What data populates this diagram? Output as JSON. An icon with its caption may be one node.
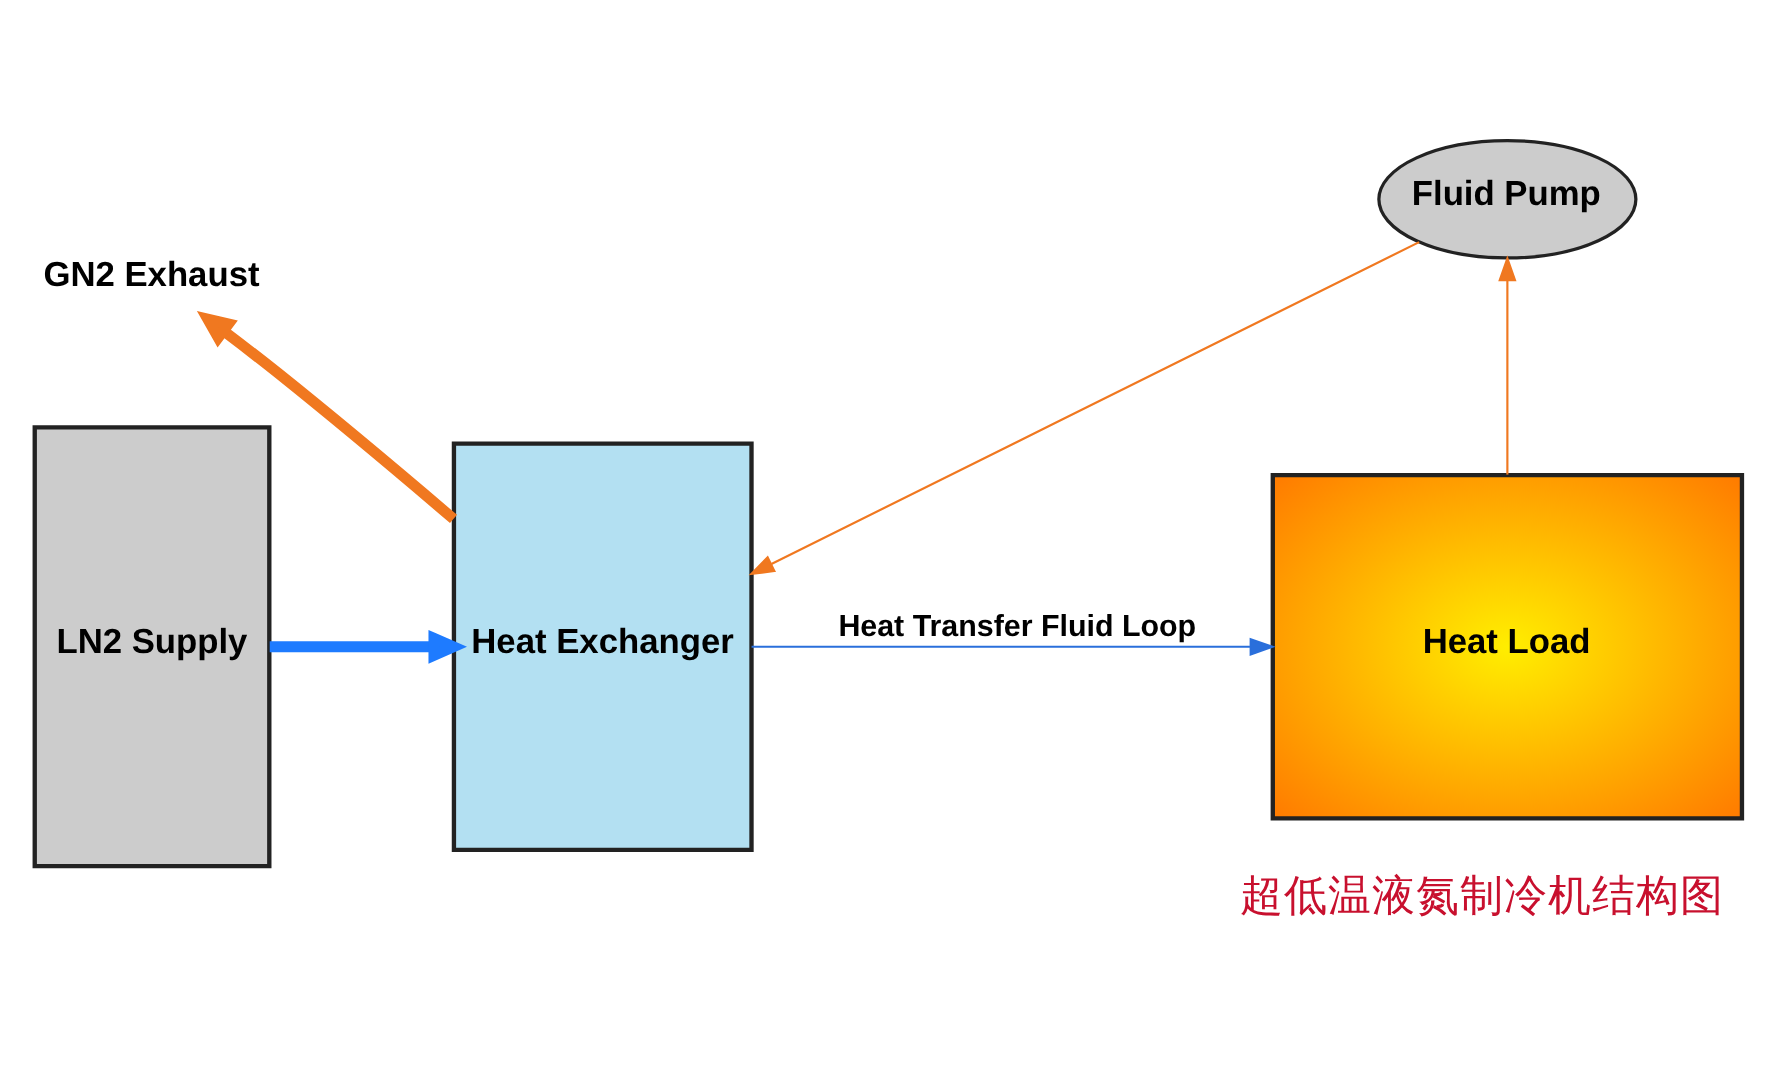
{
  "diagram": {
    "title": "超低温液氮制冷机结构图",
    "nodes": [
      {
        "text": [
          "Fluid Pump"
        ]
      },
      {
        "text": [
          "GN2 Exhaust"
        ]
      },
      {
        "text": [
          "Heat Exchanger"
        ]
      },
      {
        "text": [
          "LN2 Supply"
        ]
      },
      {
        "text": [
          "Heat Load"
        ]
      }
    ],
    "edges": [
      {
        "from": 4,
        "to": 0,
        "arrow": "to",
        "color": "#f07820"
      },
      {
        "from": 0,
        "to": 2,
        "arrow": "to",
        "color": "#f07820"
      },
      {
        "from": 2,
        "to": 4,
        "arrow": "to",
        "label": "Heat Transfer Fluid Loop",
        "color": "#2a6fdb"
      },
      {
        "from": 3,
        "to": 2,
        "arrow": "to",
        "style": "thick",
        "color": "#1e7bff"
      },
      {
        "from": 2,
        "to": 1,
        "arrow": "to",
        "style": "thick",
        "color": "#f07820"
      }
    ]
  }
}
